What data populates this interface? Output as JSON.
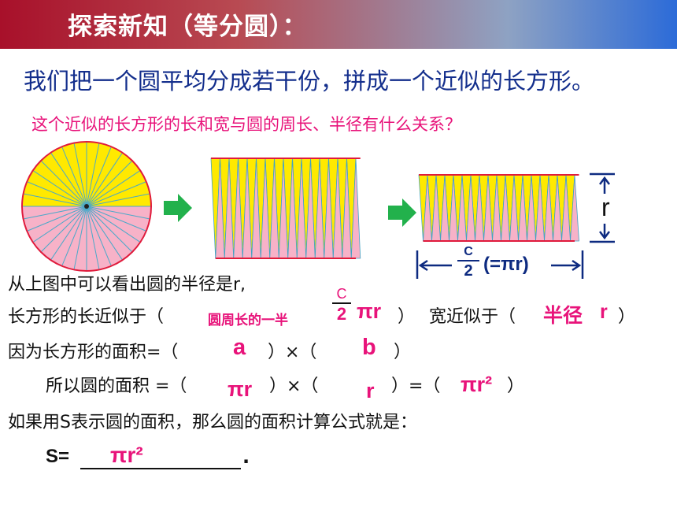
{
  "header": {
    "title": "探索新知（等分圆）："
  },
  "intro": "我们把一个圆平均分成若干份，拼成一个近似的长方形。",
  "question": "这个近似的长方形的长和宽与圆的周长、半径有什么关系？",
  "figure": {
    "r_label": "r",
    "c_label": "C",
    "two_label": "2",
    "pi_r_label": "(=πr)"
  },
  "lines": {
    "l1": "从上图中可以看出圆的半径是r,",
    "l2_prefix": "长方形的长近似于（",
    "l2_note": "圆周长的一半",
    "l2_c": "C",
    "l2_two": "2",
    "l2_pir": "πr",
    "l2_close": "）",
    "l2_mid": "宽近似于（",
    "l2_banjing": "半径",
    "l2_r": "r",
    "l2_end": "）",
    "l3_prefix": "因为长方形的面积=（",
    "l3_a": "a",
    "l3_mid": "）×（",
    "l3_b": "b",
    "l3_end": "）",
    "l4_prefix": "所以圆的面积 =（",
    "l4_pir": "πr",
    "l4_mid1": "）×（",
    "l4_r": "r",
    "l4_mid2": "）=（",
    "l4_pir2": "πr²",
    "l4_end": "）",
    "l5": "如果用S表示圆的面积，那么圆的面积计算公式就是：",
    "s_label": "S=",
    "s_answer": "πr²",
    "s_end": "."
  }
}
